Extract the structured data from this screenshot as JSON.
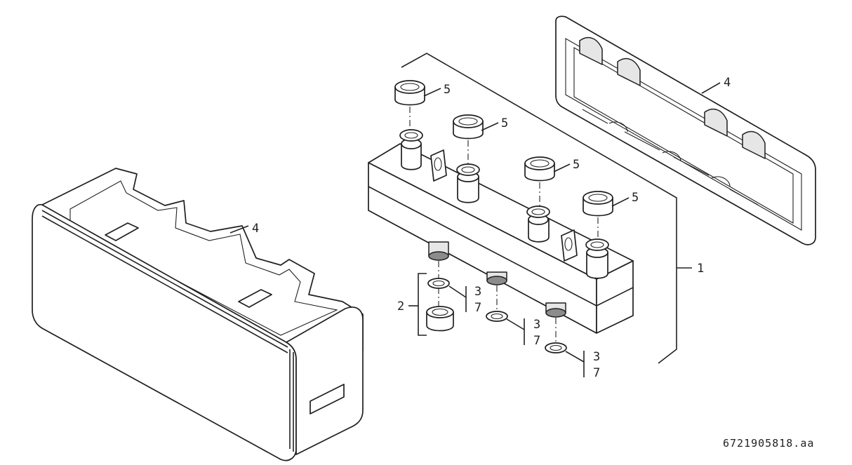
{
  "callouts": {
    "nut_1": "5",
    "nut_2": "5",
    "nut_3": "5",
    "nut_4": "5",
    "back_insulation": "4",
    "front_insulation": "4",
    "manifold": "1",
    "bottom_connector": "2",
    "gasket_1_top": "3",
    "gasket_1_bottom": "7",
    "gasket_2_top": "3",
    "gasket_2_bottom": "7",
    "gasket_3_top": "3",
    "gasket_3_bottom": "7"
  },
  "drawing_code": "6721905818.aa"
}
